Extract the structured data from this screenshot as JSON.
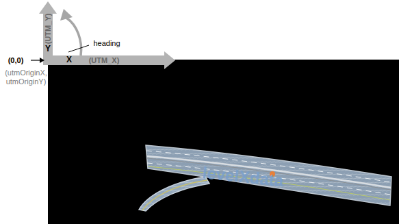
{
  "diagram": {
    "labels": [
      "Y",
      "X",
      "(UTM_Y)",
      "(UTM_X)",
      "heading",
      "(0,0)",
      "(utmOriginX, utmOriginY)",
      "levelXdata"
    ]
  }
}
